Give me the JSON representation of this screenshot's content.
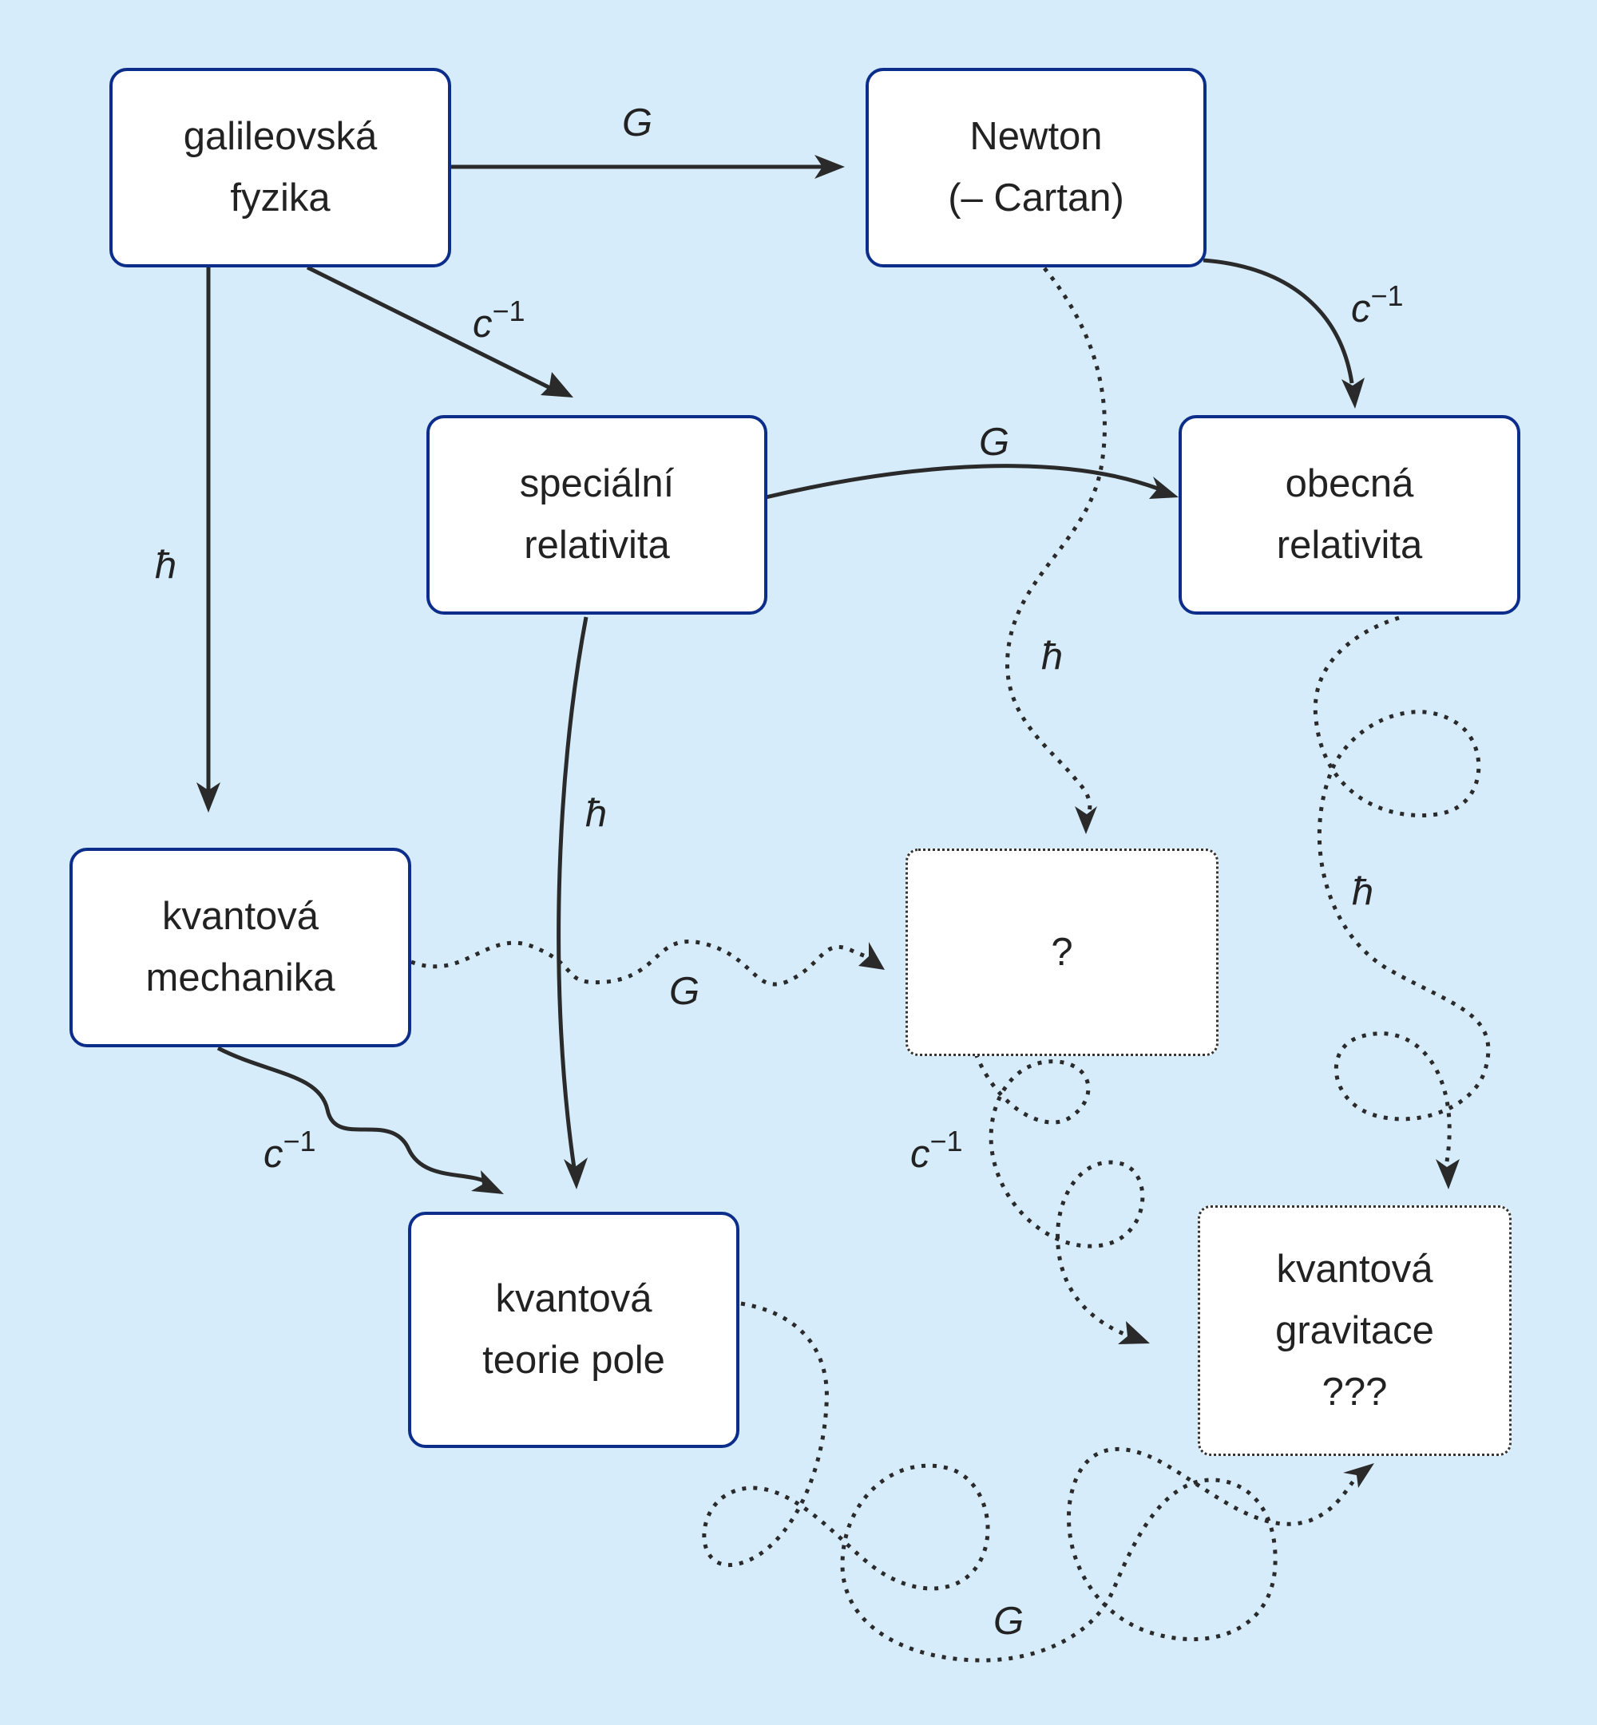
{
  "nodes": {
    "galileo": {
      "line1": "galileovská",
      "line2": "fyzika"
    },
    "newton": {
      "line1": "Newton",
      "line2": "(– Cartan)"
    },
    "special": {
      "line1": "speciální",
      "line2": "relativita"
    },
    "general": {
      "line1": "obecná",
      "line2": "relativita"
    },
    "qm": {
      "line1": "kvantová",
      "line2": "mechanika"
    },
    "unknown": {
      "line1": "?"
    },
    "qft": {
      "line1": "kvantová",
      "line2": "teorie pole"
    },
    "qg": {
      "line1": "kvantová",
      "line2": "gravitace",
      "line3": "???"
    }
  },
  "edge_labels": {
    "G": "G",
    "c": "c",
    "c_exp": "−1",
    "hbar": "ħ"
  },
  "colors": {
    "background": "#d6ecfb",
    "box_border": "#0c2e8a",
    "arrow": "#2a2a2a"
  }
}
